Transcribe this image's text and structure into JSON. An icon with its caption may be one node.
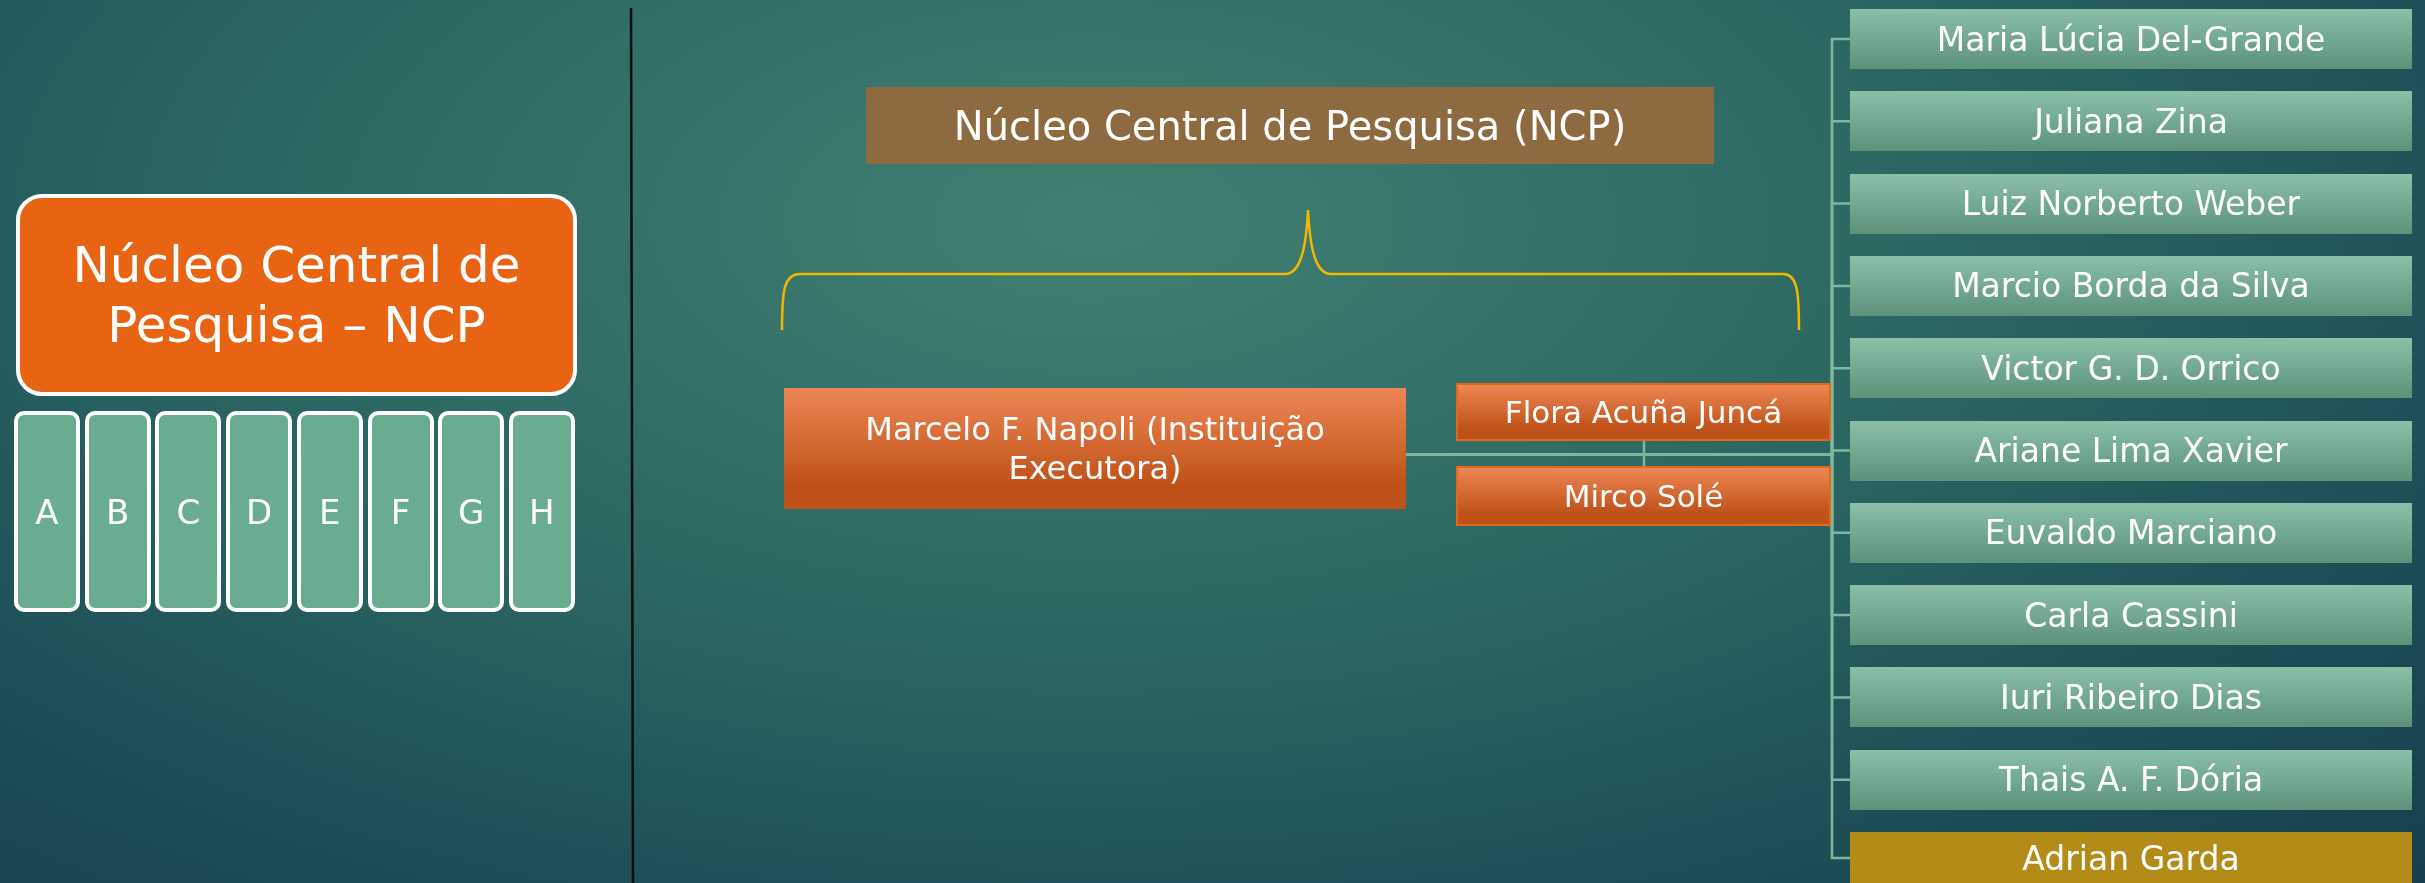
{
  "diagram": {
    "nodes": [
      {
        "text": [
          "Núcleo Central de Pesquisa – NCP"
        ]
      },
      {
        "text": [
          "A"
        ]
      },
      {
        "text": [
          "B"
        ]
      },
      {
        "text": [
          "C"
        ]
      },
      {
        "text": [
          "D"
        ]
      },
      {
        "text": [
          "E"
        ]
      },
      {
        "text": [
          "F"
        ]
      },
      {
        "text": [
          "G"
        ]
      },
      {
        "text": [
          "H"
        ]
      },
      {
        "text": [
          "Núcleo Central de Pesquisa (NCP)"
        ]
      },
      {
        "text": [
          "Marcelo F. Napoli (Instituição Executora)"
        ]
      },
      {
        "text": [
          "Flora Acuña Juncá"
        ]
      },
      {
        "text": [
          "Mirco Solé"
        ]
      },
      {
        "text": [
          "Maria Lúcia Del-Grande"
        ]
      },
      {
        "text": [
          "Juliana Zina"
        ]
      },
      {
        "text": [
          "Luiz Norberto Weber"
        ]
      },
      {
        "text": [
          "Marcio Borda da Silva"
        ]
      },
      {
        "text": [
          "Victor G. D. Orrico"
        ]
      },
      {
        "text": [
          "Ariane Lima Xavier"
        ]
      },
      {
        "text": [
          "Euvaldo Marciano"
        ]
      },
      {
        "text": [
          "Carla Cassini"
        ]
      },
      {
        "text": [
          "Iuri Ribeiro Dias"
        ]
      },
      {
        "text": [
          "Thais A. F. Dória"
        ]
      },
      {
        "text": [
          "Adrian Garda"
        ]
      }
    ],
    "edges": [
      {
        "from": 10,
        "to": 11,
        "arrow": "none"
      },
      {
        "from": 10,
        "to": 12,
        "arrow": "none"
      },
      {
        "from": 10,
        "to": 13,
        "arrow": "none"
      },
      {
        "from": 10,
        "to": 14,
        "arrow": "none"
      },
      {
        "from": 10,
        "to": 15,
        "arrow": "none"
      },
      {
        "from": 10,
        "to": 16,
        "arrow": "none"
      },
      {
        "from": 10,
        "to": 17,
        "arrow": "none"
      },
      {
        "from": 10,
        "to": 18,
        "arrow": "none"
      },
      {
        "from": 10,
        "to": 19,
        "arrow": "none"
      },
      {
        "from": 10,
        "to": 20,
        "arrow": "none"
      },
      {
        "from": 10,
        "to": 21,
        "arrow": "none"
      },
      {
        "from": 10,
        "to": 22,
        "arrow": "none"
      },
      {
        "from": 10,
        "to": 23,
        "arrow": "none"
      }
    ]
  }
}
